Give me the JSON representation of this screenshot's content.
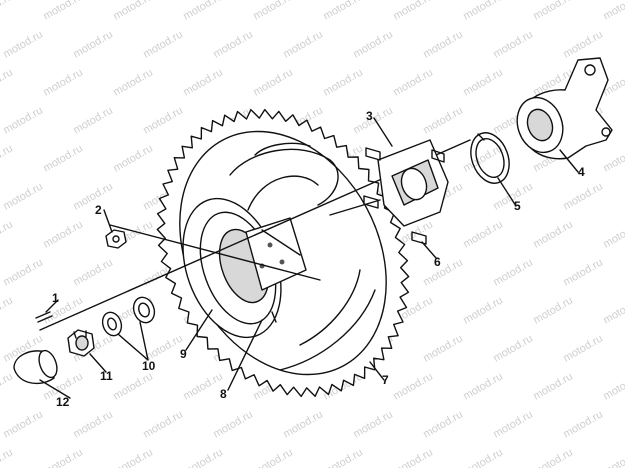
{
  "watermark": "motod.ru",
  "callouts": [
    {
      "id": "c1",
      "text": "1"
    },
    {
      "id": "c2",
      "text": "2"
    },
    {
      "id": "c3",
      "text": "3"
    },
    {
      "id": "c4",
      "text": "4"
    },
    {
      "id": "c5",
      "text": "5"
    },
    {
      "id": "c6",
      "text": "6"
    },
    {
      "id": "c7",
      "text": "7"
    },
    {
      "id": "c8",
      "text": "8"
    },
    {
      "id": "c9",
      "text": "9"
    },
    {
      "id": "c10",
      "text": "10"
    },
    {
      "id": "c11",
      "text": "11"
    },
    {
      "id": "c12",
      "text": "12"
    }
  ]
}
